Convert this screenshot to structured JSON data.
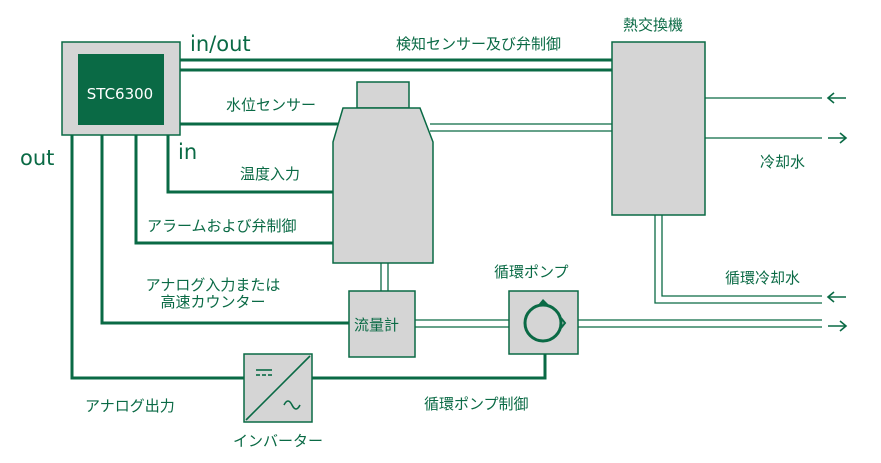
{
  "controller": {
    "label": "STC6300"
  },
  "labels": {
    "in_out": "in/out",
    "out": "out",
    "in": "in",
    "sensor_valve_control": "検知センサー及び弁制御",
    "heat_exchanger": "熱交換機",
    "water_level_sensor": "水位センサー",
    "temperature_input": "温度入力",
    "alarm_valve_control": "アラームおよび弁制御",
    "analog_input_line1": "アナログ入力または",
    "analog_input_line2": "高速カウンター",
    "flow_meter": "流量計",
    "circulation_pump": "循環ポンプ",
    "cooling_water": "冷却水",
    "circulation_cooling_water": "循環冷却水",
    "analog_output": "アナログ出力",
    "pump_control": "循環ポンプ制御",
    "inverter": "インバーター"
  },
  "colors": {
    "line": "#0a6a45",
    "box_fill": "#d5d5d5",
    "box_stroke": "#0a6a45",
    "controller_inner": "#0a6a45"
  }
}
